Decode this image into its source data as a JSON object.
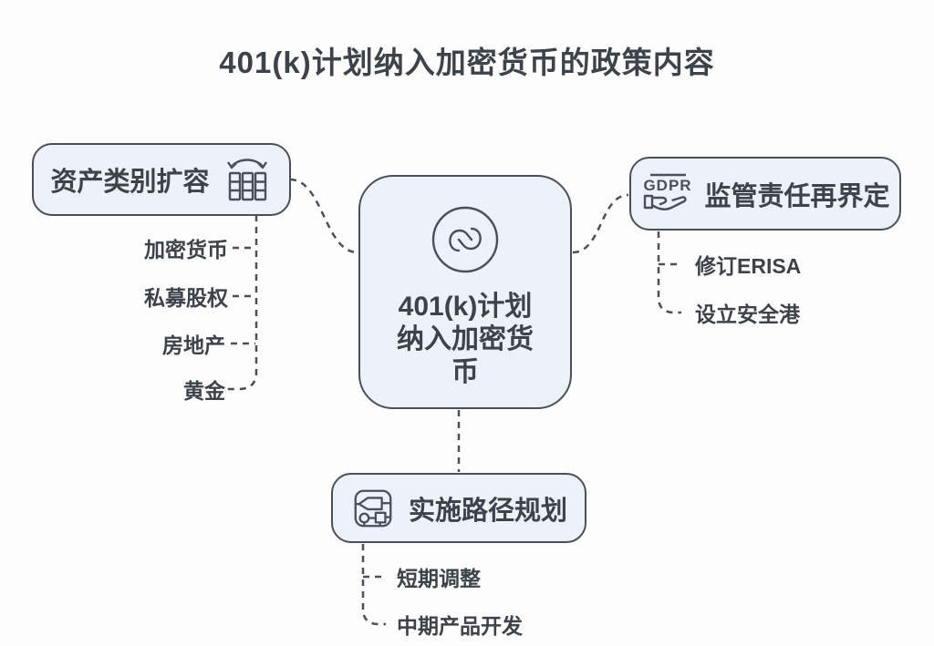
{
  "title": "401(k)计划纳入加密货币的政策内容",
  "center": {
    "label": "401(k)计划纳入加密货币",
    "icon": "circle-link-icon"
  },
  "branches": [
    {
      "label": "资产类别扩容",
      "icon": "columns-transfer-icon",
      "position": "left",
      "children": [
        "加密货币",
        "私募股权",
        "房地产",
        "黄金"
      ]
    },
    {
      "label": "监管责任再界定",
      "icon": "gdpr-hand-icon",
      "icon_text": "GDPR",
      "position": "right",
      "children": [
        "修订ERISA",
        "设立安全港"
      ]
    },
    {
      "label": "实施路径规划",
      "icon": "chip-flow-icon",
      "position": "bottom",
      "children": [
        "短期调整",
        "中期产品开发"
      ]
    }
  ],
  "colors": {
    "background": "#fdfdfe",
    "node_fill": "#edf1fa",
    "node_border": "#4a5059",
    "text": "#3d434b",
    "connector": "#4a5059"
  }
}
